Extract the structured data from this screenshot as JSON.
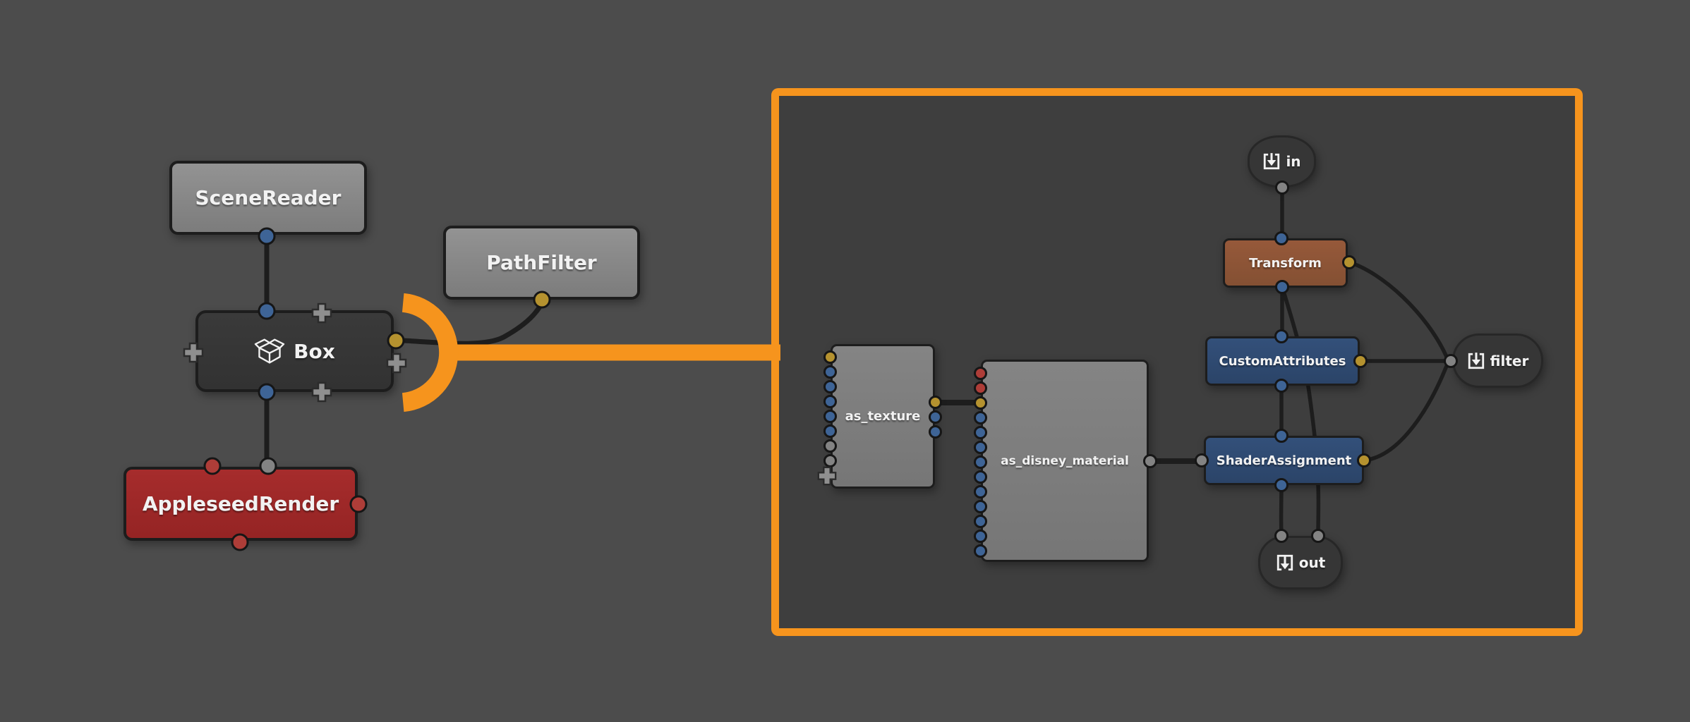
{
  "colors": {
    "bg-outer": "#4c4c4c",
    "bg-panel": "#3e3e3e",
    "accent": "#f6941d",
    "wire": "#1d1d1d",
    "node-border": "#1d1d1d",
    "label": "#f2f2f2",
    "port-blue": "#3e6496",
    "port-gold": "#b5922f",
    "port-red": "#ae3d38",
    "port-gray": "#838383",
    "plus": "#8f8f8f"
  },
  "icons": {
    "box": "open-box-icon",
    "promote_in": "arrow-into-box-icon",
    "promote_out": "arrow-into-box-icon",
    "plus": "plus-icon"
  },
  "main_graph": {
    "scene_reader": {
      "label": "SceneReader",
      "ports": {
        "bottom": "blue"
      }
    },
    "box": {
      "label": "Box",
      "ports": {
        "top": "blue",
        "bottom": "blue",
        "right": "gold"
      }
    },
    "path_filter": {
      "label": "PathFilter",
      "ports": {
        "bottom": "gold"
      }
    },
    "appleseed_render": {
      "label": "AppleseedRender",
      "ports": {
        "top_left": "red",
        "top": "gray",
        "right": "red",
        "bottom": "red"
      }
    }
  },
  "box_contents": {
    "in_plug": {
      "label": "in",
      "ports": {
        "bottom": "gray"
      }
    },
    "transform": {
      "label": "Transform",
      "ports": {
        "top": "blue",
        "bottom": "blue",
        "right": "gold"
      }
    },
    "custom_attributes": {
      "label": "CustomAttributes",
      "ports": {
        "top": "blue",
        "bottom": "blue",
        "right": "gold"
      }
    },
    "shader_assignment": {
      "label": "ShaderAssignment",
      "ports": {
        "top": "blue",
        "bottom": "blue",
        "left": "gray",
        "right": "gold"
      }
    },
    "out_plug": {
      "label": "out",
      "ports": {
        "top_left": "gray",
        "top_right": "gray"
      }
    },
    "filter_plug": {
      "label": "filter",
      "ports": {
        "left": "gray"
      }
    },
    "as_texture": {
      "label": "as_texture",
      "left_ports": [
        "gold",
        "blue",
        "blue",
        "blue",
        "blue",
        "blue",
        "gray",
        "gray"
      ],
      "right_ports": [
        "gold",
        "blue",
        "blue"
      ]
    },
    "as_disney_material": {
      "label": "as_disney_material",
      "left_ports": [
        "red",
        "red",
        "gold",
        "blue",
        "blue",
        "blue",
        "blue",
        "blue",
        "blue",
        "blue",
        "blue",
        "blue",
        "blue"
      ],
      "right_ports": [
        "gray"
      ]
    }
  }
}
